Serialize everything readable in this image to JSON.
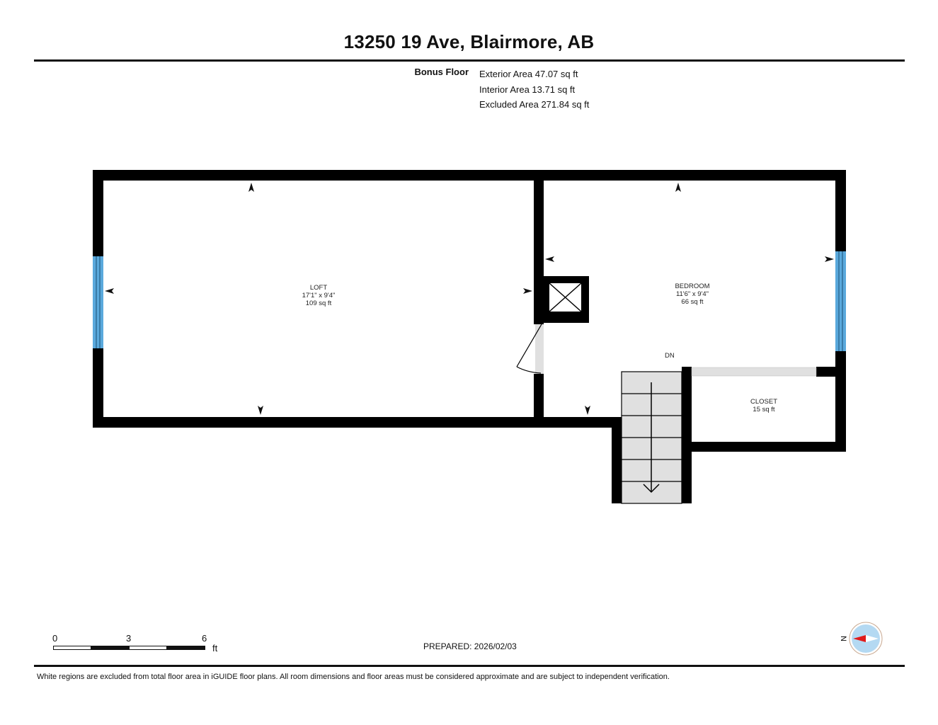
{
  "header": {
    "title": "13250 19 Ave, Blairmore, AB"
  },
  "floor_summary": {
    "floor_name": "Bonus Floor",
    "exterior_area": "Exterior Area 47.07 sq ft",
    "interior_area": "Interior Area 13.71 sq ft",
    "excluded_area": "Excluded Area 271.84 sq ft"
  },
  "rooms": [
    {
      "name": "LOFT",
      "dimensions": "17'1\" x 9'4\"",
      "area": "109 sq ft"
    },
    {
      "name": "BEDROOM",
      "dimensions": "11'6\" x 9'4\"",
      "area": "66 sq ft"
    },
    {
      "name": "CLOSET",
      "area": "15 sq ft"
    }
  ],
  "stairs": {
    "label": "DN"
  },
  "scale_bar": {
    "ticks": [
      "0",
      "3",
      "6"
    ],
    "unit": "ft"
  },
  "compass": {
    "label": "N"
  },
  "footer": {
    "prepared": "PREPARED: 2026/02/03",
    "disclaimer": "White regions are excluded from total floor area in iGUIDE floor plans. All room dimensions and floor areas must be considered approximate and are subject to independent verification."
  },
  "colors": {
    "wall": "#000000",
    "window": "#5aa9dc",
    "opening": "#e0e0e0",
    "stairs_fill": "#e0e0e0",
    "compass_fill": "#b4d9f2",
    "compass_needle": "#e01b1b"
  }
}
